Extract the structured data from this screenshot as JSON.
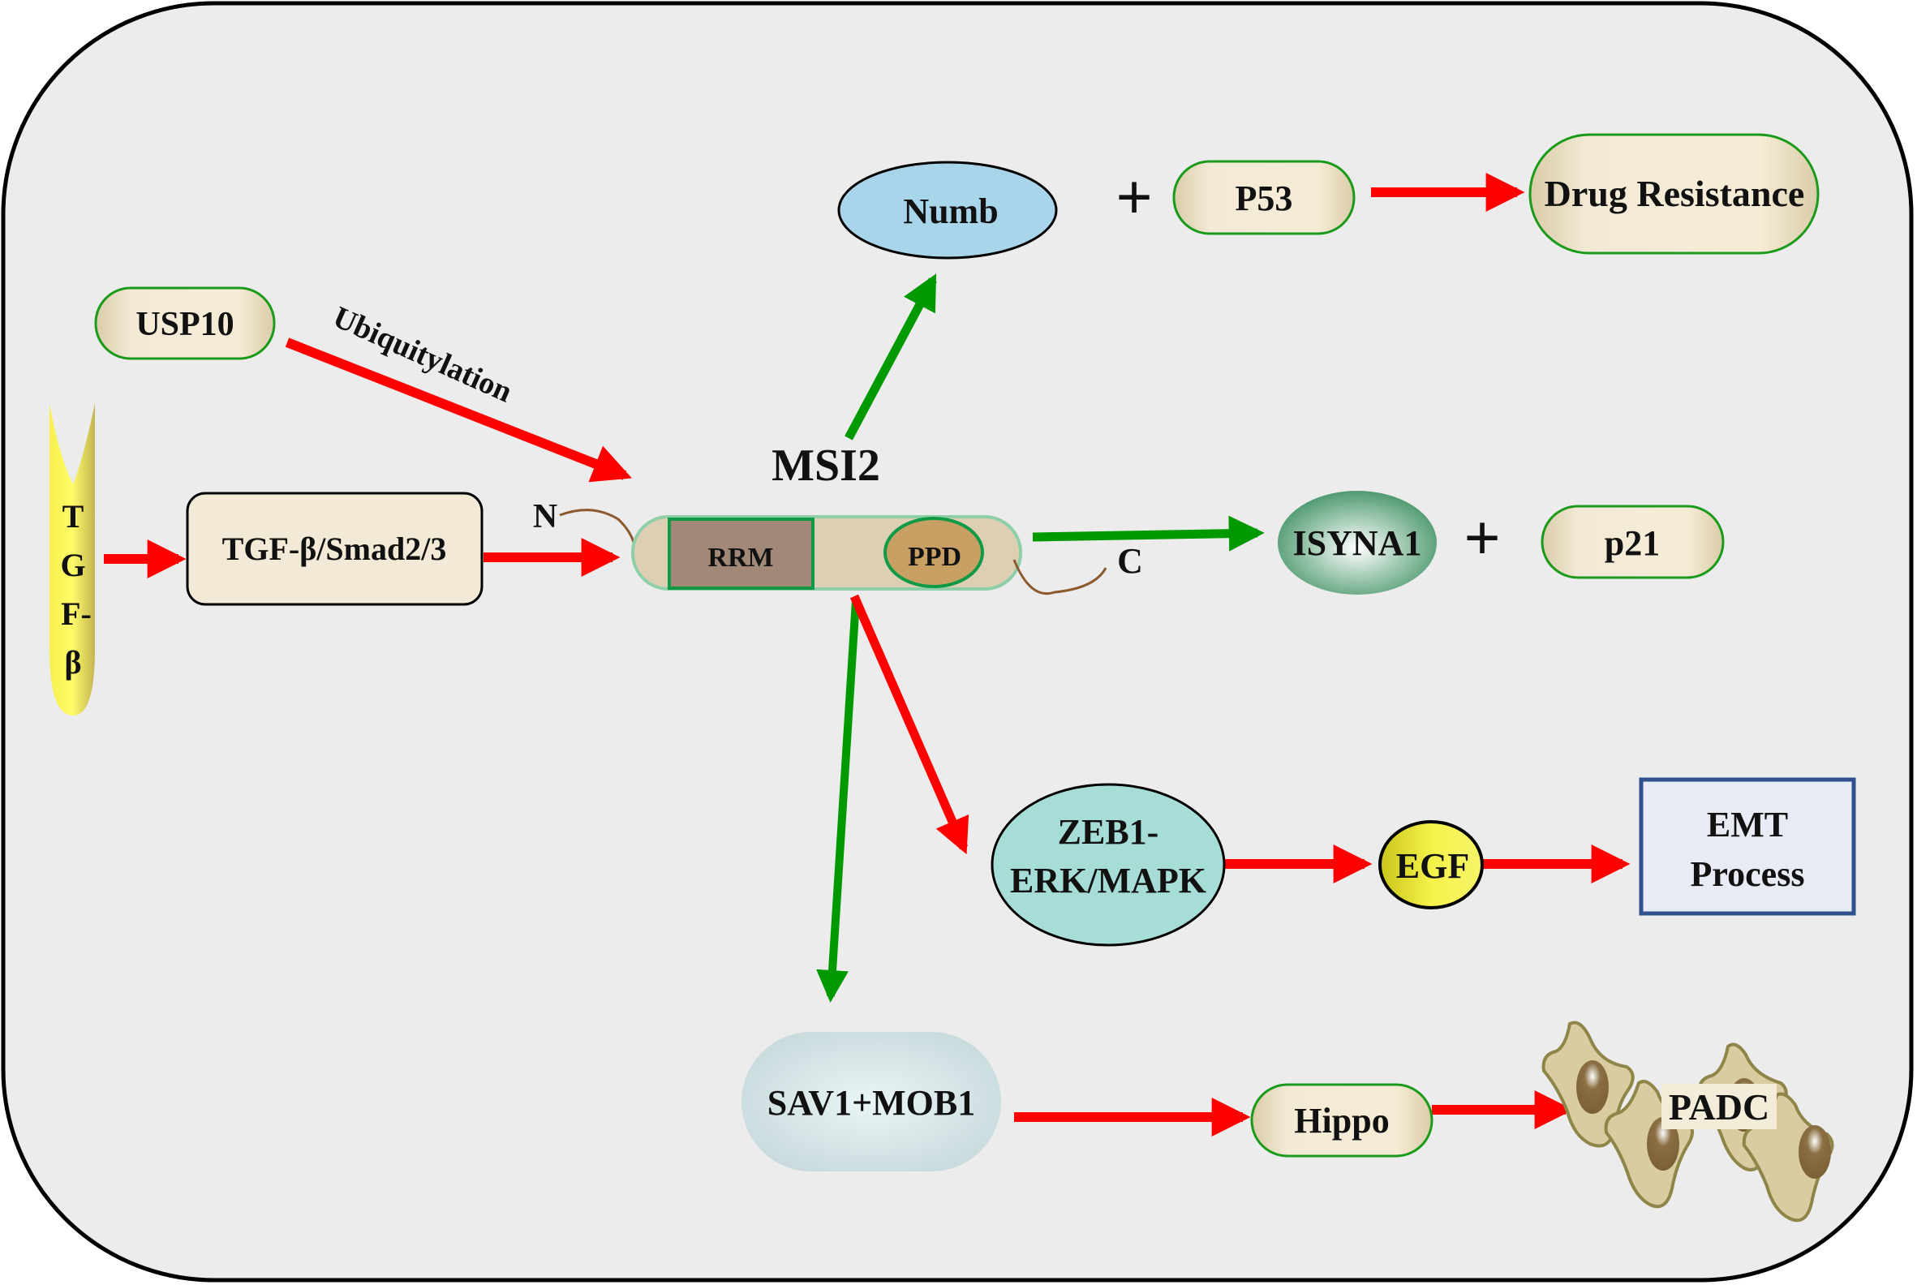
{
  "diagram": {
    "nodes": {
      "tgfb_receptor": {
        "letters": [
          "T",
          "G",
          "F-",
          "β"
        ]
      },
      "tgfb_smad": {
        "label": "TGF-β/Smad2/3"
      },
      "usp10": {
        "label": "USP10"
      },
      "ubiquitylation": {
        "label": "Ubiquitylation"
      },
      "msi2": {
        "title": "MSI2",
        "rrm": "RRM",
        "ppd": "PPD",
        "n_term": "N",
        "c_term": "C"
      },
      "numb": {
        "label": "Numb"
      },
      "p53": {
        "label": "P53"
      },
      "drug_resistance": {
        "label": "Drug Resistance"
      },
      "isyna1": {
        "label": "ISYNA1"
      },
      "p21": {
        "label": "p21"
      },
      "zeb1": {
        "line1": "ZEB1-",
        "line2": "ERK/MAPK"
      },
      "egf": {
        "label": "EGF"
      },
      "emt": {
        "line1": "EMT",
        "line2": "Process"
      },
      "sav1_mob1": {
        "label": "SAV1+MOB1"
      },
      "hippo": {
        "label": "Hippo"
      },
      "padc": {
        "label": "PADC"
      }
    },
    "operators": {
      "plus": "+"
    },
    "colors": {
      "activation_arrow": "#ff0000",
      "regulation_arrow": "#009900",
      "background": "#ececec",
      "pill_fill": "#f3ead6",
      "pill_border": "#1a9a1a",
      "numb_fill": "#a9d5ea",
      "zeb1_fill": "#a6ddd6",
      "egf_fill": "#f2f04a",
      "emt_border": "#2f528f",
      "emt_fill": "#e8ebf3"
    }
  }
}
